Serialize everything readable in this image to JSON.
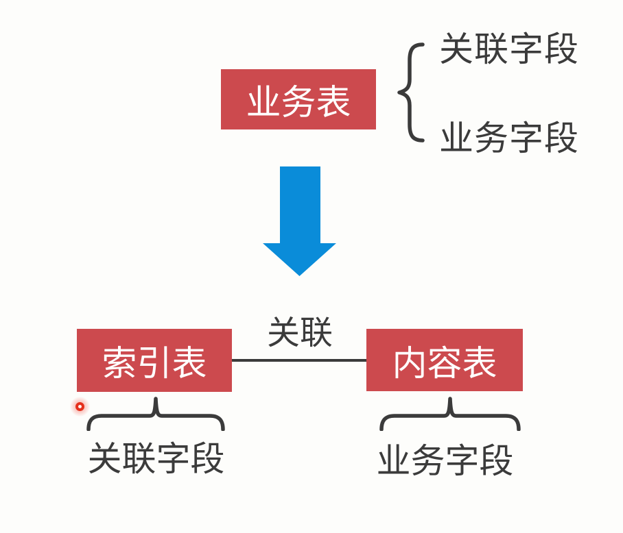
{
  "colors": {
    "background": "#FDFDFB",
    "table_box_fill": "#CC4A4E",
    "table_box_text": "#FFFFFF",
    "arrow_blue": "#0A8CD9",
    "diagram_stroke": "#3B3B3B",
    "laser_pointer_red": "#E5301C"
  },
  "top_section": {
    "table_label": "业务表",
    "fields": [
      {
        "label": "关联字段"
      },
      {
        "label": "业务字段"
      }
    ]
  },
  "bottom_section": {
    "relation_label": "关联",
    "left_table": {
      "label": "索引表",
      "field_label": "关联字段"
    },
    "right_table": {
      "label": "内容表",
      "field_label": "业务字段"
    }
  },
  "icons": {
    "down_arrow": "solid blue downward block arrow",
    "curly_brace_vertical": "{ grouping brace opening right",
    "curly_brace_horizontal": "⏞ grouping brace opening down",
    "laser_dot": "red laser-pointer dot with glow"
  }
}
